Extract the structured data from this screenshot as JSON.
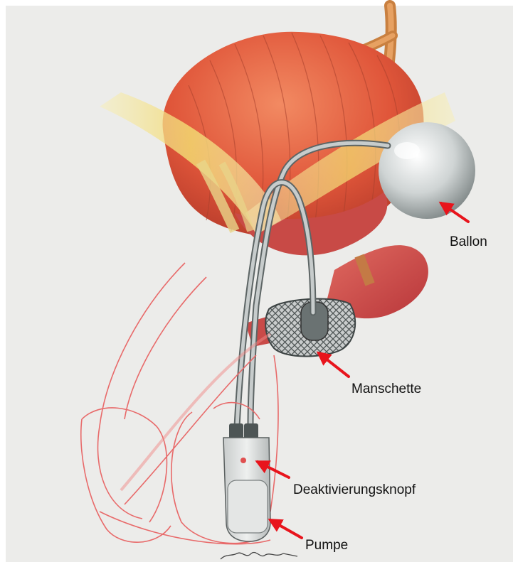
{
  "labels": {
    "ballon": "Ballon",
    "manschette": "Manschette",
    "deaktivierungsknopf": "Deaktivierungsknopf",
    "pumpe": "Pumpe"
  },
  "colors": {
    "arrow": "#e8141c",
    "background": "#ececea",
    "bladder": "#e0563a",
    "tissue": "#cf4a45",
    "device": "#d9dcdb",
    "outline": "#e86a6a",
    "pelvic_band": "#f3e39a"
  },
  "icons": {
    "pointer": "red-arrow-icon"
  }
}
